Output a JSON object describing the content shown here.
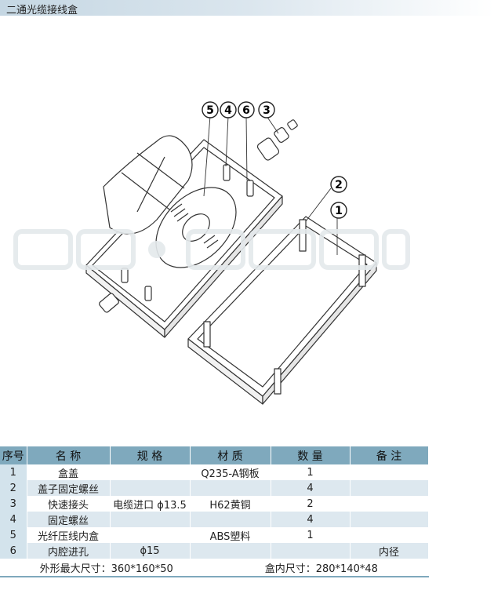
{
  "title": "二通光缆接线盒",
  "callouts": [
    {
      "label": "5"
    },
    {
      "label": "4"
    },
    {
      "label": "6"
    },
    {
      "label": "3"
    },
    {
      "label": "2"
    },
    {
      "label": "1"
    }
  ],
  "watermark": "中国·三运集团",
  "table": {
    "headers": [
      "序号",
      "名 称",
      "规 格",
      "材 质",
      "数 量",
      "备 注"
    ],
    "rows": [
      {
        "no": "1",
        "name": "盒盖",
        "spec": "",
        "material": "Q235-A钢板",
        "qty": "1",
        "note": ""
      },
      {
        "no": "2",
        "name": "盖子固定螺丝",
        "spec": "",
        "material": "",
        "qty": "4",
        "note": ""
      },
      {
        "no": "3",
        "name": "快速接头",
        "spec": "电缆进口 ϕ13.5",
        "material": "H62黄铜",
        "qty": "2",
        "note": ""
      },
      {
        "no": "4",
        "name": "固定螺丝",
        "spec": "",
        "material": "",
        "qty": "4",
        "note": ""
      },
      {
        "no": "5",
        "name": "光纤压线内盒",
        "spec": "",
        "material": "ABS塑料",
        "qty": "1",
        "note": ""
      },
      {
        "no": "6",
        "name": "内腔进孔",
        "spec": "ϕ15",
        "material": "",
        "qty": "",
        "note": "内径"
      }
    ],
    "footer_left": "外形最大尺寸：360*160*50",
    "footer_right": "盒内尺寸：280*140*48"
  }
}
